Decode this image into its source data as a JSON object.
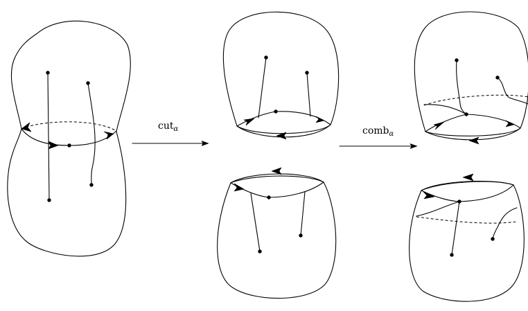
{
  "operations": {
    "cut": {
      "name": "cut",
      "subscript": "α"
    },
    "comb": {
      "name": "comb",
      "subscript": "α"
    }
  },
  "colors": {
    "stroke": "#000000",
    "background": "#ffffff"
  }
}
